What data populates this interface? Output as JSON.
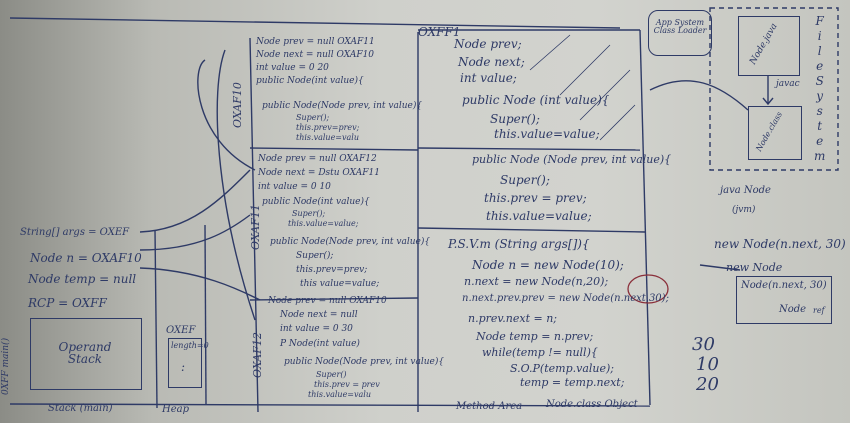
{
  "colors": {
    "ink": "#2e3a66",
    "board": "#cfd0cb",
    "marker_red": "#8a2f3a"
  },
  "stack": {
    "frame_label": "0XFF main()",
    "lines": [
      "String[] args = OXEF",
      "Node n = OXAF10",
      "Node temp = null",
      "RCP = OXFF"
    ],
    "operand_stack": "Operand Stack",
    "footer": "Stack (main)"
  },
  "heap": {
    "box_label": "OXEF",
    "inner": "length=0",
    "dots": ":",
    "footer": "Heap",
    "obj1": {
      "addr": "OXAF10",
      "lines": [
        "Node prev = null OXAF11",
        "Node next = null OXAF10",
        "int value = 0 20",
        "public Node(int value){"
      ],
      "ctor2": [
        "public Node(Node prev, int value){",
        "Super();",
        "this.prev=prev;",
        "this.value=valu"
      ]
    },
    "obj2": {
      "addr": "OXAF11",
      "lines": [
        "Node prev = null OXAF12",
        "Node next = Dstu OXAF11",
        "int value = 0 10",
        "public Node(int value){",
        "Super();",
        "this.value=value;"
      ],
      "ctor2": [
        "public Node(Node prev, int value){",
        "Super();",
        "this.prev=prev;",
        "this value=value;"
      ]
    },
    "obj3": {
      "addr": "OXAF12",
      "lines": [
        "Node prev = null OXAF10",
        "Node next = null",
        "int value = 0 30",
        "P Node(int value)"
      ],
      "ctor2": [
        "public Node(Node prev, int value){",
        "Super()",
        "this.prev = prev",
        "this.value=valu"
      ]
    }
  },
  "method_area": {
    "addr": "OXFF1",
    "fields": [
      "Node prev;",
      "Node next;",
      "int value;"
    ],
    "ctor1": [
      "public Node (int value){",
      "Super();",
      "this.value=value;"
    ],
    "ctor2": [
      "public Node (Node prev, int value){",
      "Super();",
      "this.prev = prev;",
      "this.value=value;"
    ],
    "main": [
      "P.S.V.m (String args[]){",
      "Node n = new Node(10);",
      "n.next = new Node(n,20);",
      "n.next.prev.prev = new Node(n.next,30);",
      "n.prev.next = n;",
      "Node temp = n.prev;",
      "while(temp != null){",
      "S.O.P(temp.value);",
      "temp = temp.next;"
    ],
    "footer": "Method Area",
    "footer2": "Node.class Object"
  },
  "right": {
    "class_loader": "App System Class Loader",
    "node_java": "Node.java",
    "javac": "javac",
    "node_class": "Node.class",
    "file_system": [
      "F",
      "i",
      "l",
      "e",
      "S",
      "y",
      "s",
      "t",
      "e",
      "m"
    ],
    "java_node": "java Node",
    "jvm": "(jvm)",
    "new_node_line": "new Node(n.next, 30)",
    "new_node2": "new Node",
    "inner_box": "Node(n.next, 30)",
    "node_label": "Node",
    "node_ref": "ref",
    "output": [
      "30",
      "10",
      "20"
    ]
  }
}
